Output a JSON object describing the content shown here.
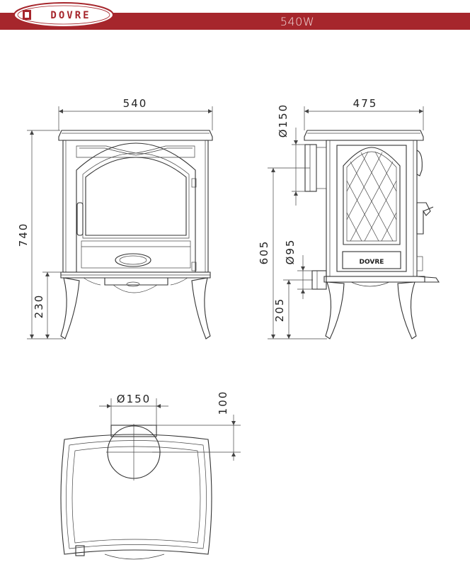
{
  "header": {
    "brand": "DOVRE",
    "model": "540W",
    "accent_color": "#a6262c"
  },
  "dimensions": {
    "front_width": "540",
    "front_height": "740",
    "front_leg_height": "230",
    "side_depth": "475",
    "side_flue_top_diameter": "Ø150",
    "side_flue_rear_height": "605",
    "side_rear_outlet_diameter": "Ø95",
    "side_rear_outlet_height": "205",
    "top_flue_diameter": "Ø150",
    "top_flue_offset": "100",
    "door_badge": "DOVRE"
  }
}
